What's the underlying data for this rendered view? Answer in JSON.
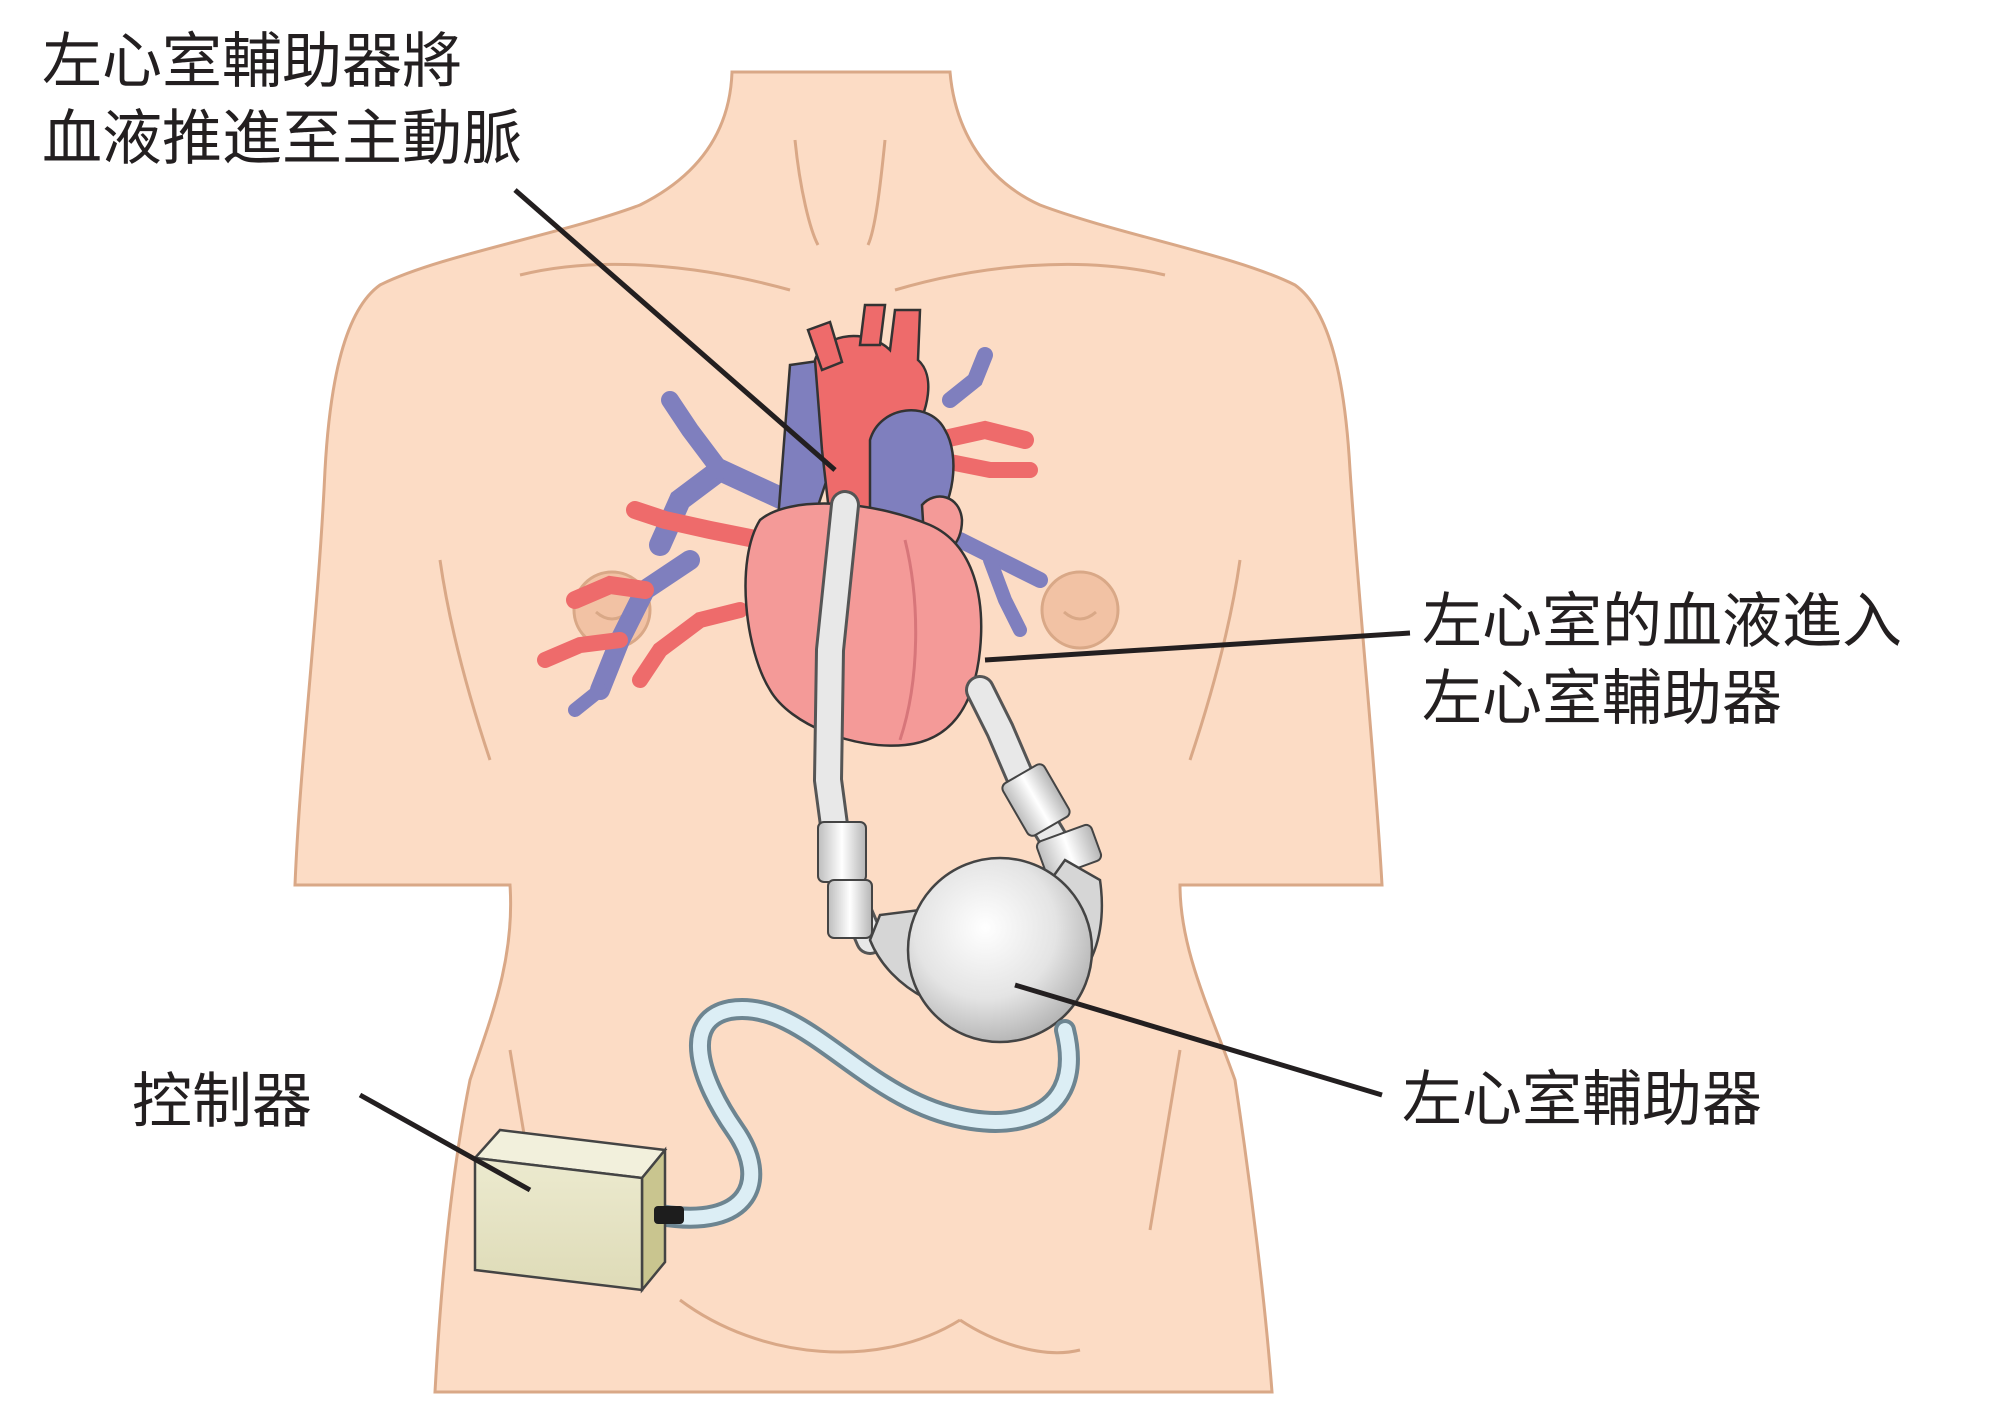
{
  "labels": {
    "aorta_flow": {
      "line1": "左心室輔助器將",
      "line2": "血液推進至主動脈"
    },
    "lv_inflow": {
      "line1": "左心室的血液進入",
      "line2": "左心室輔助器"
    },
    "lvad": "左心室輔助器",
    "controller": "控制器"
  },
  "colors": {
    "skin": "#fcdcc5",
    "skin_outline": "#d9a887",
    "artery": "#ee6b6b",
    "vein": "#7f7fbe",
    "heart": "#f49a98",
    "device": "#d9d9d9",
    "cable": "#dceef5",
    "controller_box": "#e6e3c4",
    "leader_line": "#231f20"
  }
}
